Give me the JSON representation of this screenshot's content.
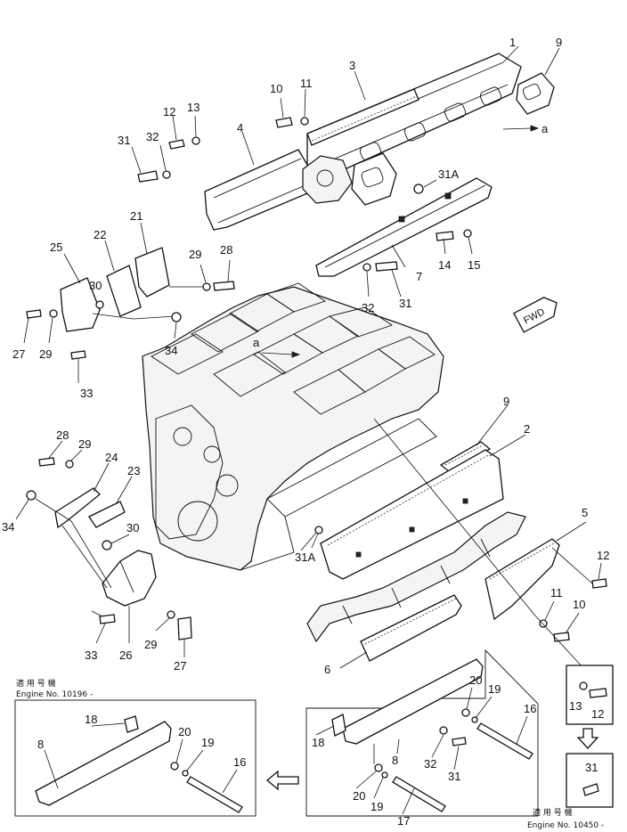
{
  "fwd_label": "FWD",
  "view_marker": "a",
  "inset_left_note": "適 用 号 機",
  "inset_left_engine": "Engine No. 10196 -",
  "inset_right_note": "適 用 号 機",
  "inset_right_engine": "Engine No. 10450 -",
  "callouts": {
    "n1": "1",
    "n2": "2",
    "n3": "3",
    "n4": "4",
    "n5": "5",
    "n6": "6",
    "n7": "7",
    "n8a": "8",
    "n8b": "8",
    "n9a": "9",
    "n9b": "9",
    "n10a": "10",
    "n10b": "10",
    "n11a": "11",
    "n11b": "11",
    "n12a": "12",
    "n12b": "12",
    "n12c": "12",
    "n13a": "13",
    "n13b": "13",
    "n14": "14",
    "n15": "15",
    "n16a": "16",
    "n16b": "16",
    "n17": "17",
    "n18a": "18",
    "n18b": "18",
    "n19a": "19",
    "n19b": "19",
    "n19c": "19",
    "n20a": "20",
    "n20b": "20",
    "n20c": "20",
    "n21": "21",
    "n22": "22",
    "n23": "23",
    "n24": "24",
    "n25": "25",
    "n26": "26",
    "n27a": "27",
    "n27b": "27",
    "n28a": "28",
    "n28b": "28",
    "n29a": "29",
    "n29b": "29",
    "n29c": "29",
    "n29d": "29",
    "n30a": "30",
    "n30b": "30",
    "n31a": "31",
    "n31b": "31",
    "n31c": "31",
    "n31d": "31",
    "n31Aa": "31A",
    "n31Ab": "31A",
    "n32a": "32",
    "n32b": "32",
    "n32c": "32",
    "n33a": "33",
    "n33b": "33",
    "n34a": "34",
    "n34b": "34"
  }
}
